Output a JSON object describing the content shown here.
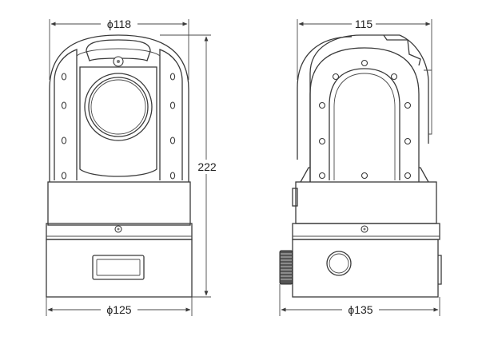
{
  "dimensions": {
    "front_width_top": "ϕ118",
    "height": "222",
    "front_width_bottom": "ϕ125",
    "side_width_top": "115",
    "side_width_bottom": "ϕ135"
  }
}
